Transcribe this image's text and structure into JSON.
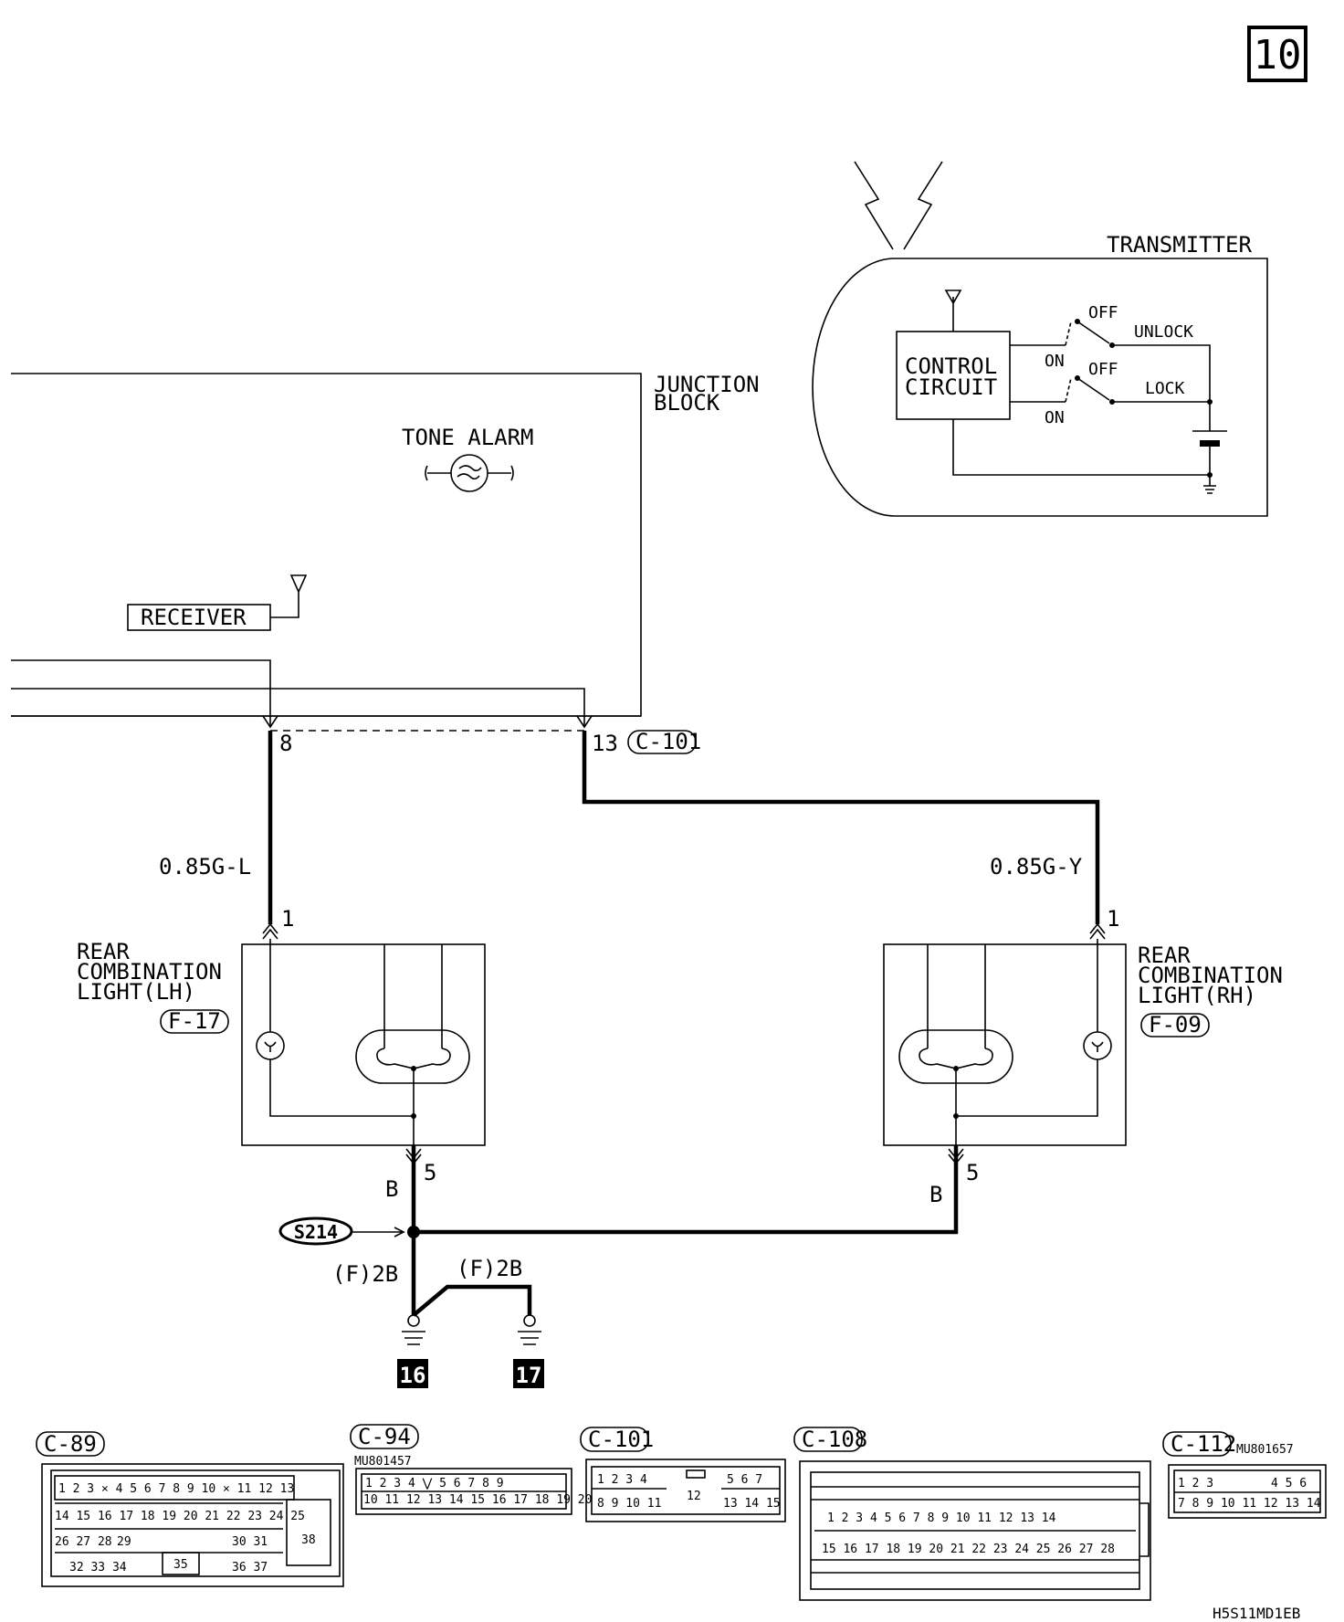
{
  "page_number": "10",
  "code": "H5S11MD1EB",
  "transmitter": {
    "title": "TRANSMITTER",
    "control_line1": "CONTROL",
    "control_line2": "CIRCUIT",
    "unlock": "UNLOCK",
    "lock": "LOCK",
    "off": "OFF",
    "on": "ON"
  },
  "junction_block": {
    "line1": "JUNCTION",
    "line2": "BLOCK"
  },
  "tone_alarm": "TONE ALARM",
  "receiver": "RECEIVER",
  "pins": {
    "jb_left": "8",
    "jb_right": "13",
    "jb_connector": "C-101",
    "lh_top": "1",
    "rh_top": "1",
    "lh_bottom": "5",
    "rh_bottom": "5"
  },
  "wires": {
    "lh": "0.85G-L",
    "rh": "0.85G-Y",
    "ground_lh": "B",
    "ground_rh": "B",
    "f2b_left": "(F)2B",
    "f2b_right": "(F)2B"
  },
  "lh_light": {
    "line1": "REAR",
    "line2": "COMBINATION",
    "line3": "LIGHT(LH)",
    "connector": "F-17"
  },
  "rh_light": {
    "line1": "REAR",
    "line2": "COMBINATION",
    "line3": "LIGHT(RH)",
    "connector": "F-09"
  },
  "splice": "S214",
  "grounds": [
    "16",
    "17"
  ],
  "connectors": {
    "c89": {
      "label": "C-89"
    },
    "c94": {
      "label": "C-94",
      "part": "MU801457"
    },
    "c101": {
      "label": "C-101"
    },
    "c108": {
      "label": "C-108"
    },
    "c112": {
      "label": "C-112",
      "part": "MU801657"
    }
  }
}
